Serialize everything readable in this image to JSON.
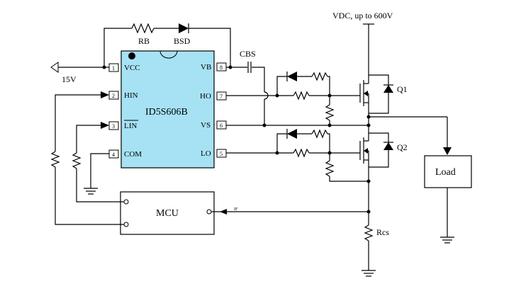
{
  "supply": {
    "label": "VDC, up to 600V"
  },
  "input_supply": {
    "label": "15V"
  },
  "components": {
    "rb": "RB",
    "bsd": "BSD",
    "cbs": "CBS",
    "q1": "Q1",
    "q2": "Q2",
    "rcs": "Rcs",
    "load": "Load",
    "mcu": "MCU",
    "if_signal": "IF"
  },
  "ic": {
    "name": "ID5S606B",
    "pins": [
      {
        "num": "1",
        "name": "VCC"
      },
      {
        "num": "2",
        "name": "HIN"
      },
      {
        "num": "3",
        "name": "LIN"
      },
      {
        "num": "4",
        "name": "COM"
      },
      {
        "num": "5",
        "name": "LO"
      },
      {
        "num": "6",
        "name": "VS"
      },
      {
        "num": "7",
        "name": "HO"
      },
      {
        "num": "8",
        "name": "VB"
      }
    ]
  }
}
